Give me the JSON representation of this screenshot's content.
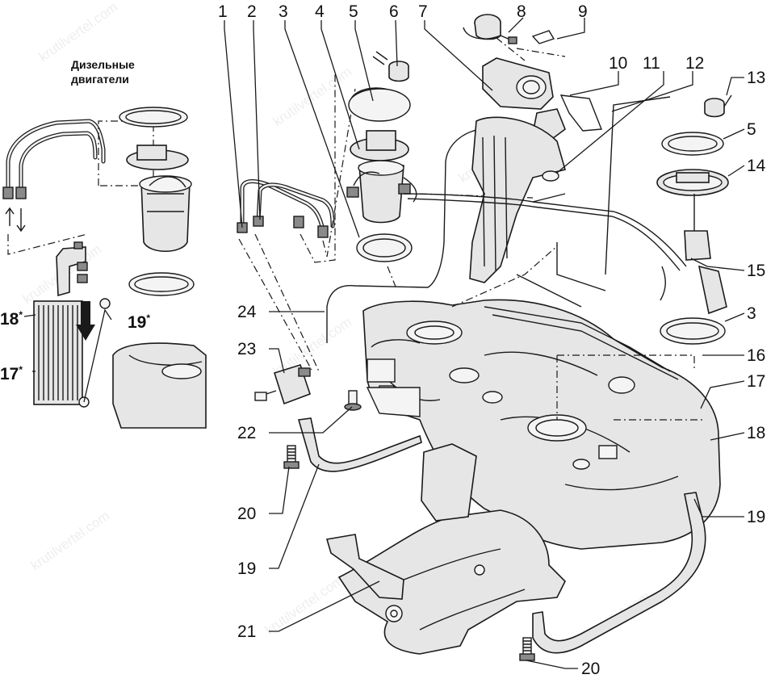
{
  "diagram": {
    "caption_line1": "Дизельные",
    "caption_line2": "двигатели",
    "watermark": "krutilvertel.com",
    "callouts": {
      "c1": "1",
      "c2": "2",
      "c3": "3",
      "c4": "4",
      "c5": "5",
      "c6": "6",
      "c7": "7",
      "c8": "8",
      "c9": "9",
      "c10": "10",
      "c11": "11",
      "c12": "12",
      "c13": "13",
      "c5b": "5",
      "c14": "14",
      "c15": "15",
      "c3b": "3",
      "c16": "16",
      "c17": "17",
      "c18": "18",
      "c19": "19",
      "c20": "20",
      "c21": "21",
      "c19b": "19",
      "c20b": "20",
      "c22": "22",
      "c23": "23",
      "c24": "24",
      "c18d": "18",
      "c19d": "19",
      "c17d": "17"
    },
    "asterisk": "*"
  }
}
